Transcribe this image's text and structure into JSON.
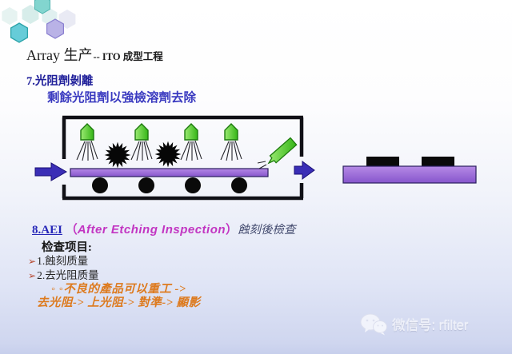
{
  "slide_title": {
    "main": "Array 生产",
    "suffix": "-- ITO 成型工程"
  },
  "section7": {
    "heading": "7.光阻劑剝離",
    "subtitle": "剩餘光阻劑以強檢溶劑去除"
  },
  "diagram": {
    "flow_direction": "left-to-right",
    "nozzle_count": 4,
    "brush_roller_count": 2,
    "conveyor_roller_count": 4,
    "result_pattern_count": 2
  },
  "section8": {
    "label": "8.AEI",
    "paren_open": "（",
    "english": "After Etching Inspection",
    "paren_close": "）",
    "tail": "蝕刻後檢查",
    "checklist_title": "检查项目:",
    "items": [
      {
        "bullet": "➢",
        "text": "1.蝕刻质量"
      },
      {
        "bullet": "➢",
        "text": "2.去光阻质量"
      }
    ],
    "note_line1": "◦ ◦不良的產品可以重工 ->",
    "note_line2": "去光阻-> 上光阻-> 對準-> 顯影"
  },
  "watermark": {
    "label": "微信号: rfilter"
  },
  "colors": {
    "heading-navy": "#20209a",
    "heading-blue": "#3a3ac0",
    "aei-blue": "#2626b8",
    "magenta": "#c235c2",
    "tail-slate": "#434a6e",
    "orange": "#dd7a1e",
    "bullet-red": "#b5442a",
    "arrow-blue": "#3a2eb6",
    "arrow-dark": "#190f76",
    "substrate-light": "#b68ae6",
    "substrate-dark": "#8655cc",
    "substrate-stroke": "#2a1f5e",
    "nozzle-light": "#9bea72",
    "nozzle-dark": "#35b517",
    "nozzle-stroke": "#1d7a0e"
  }
}
